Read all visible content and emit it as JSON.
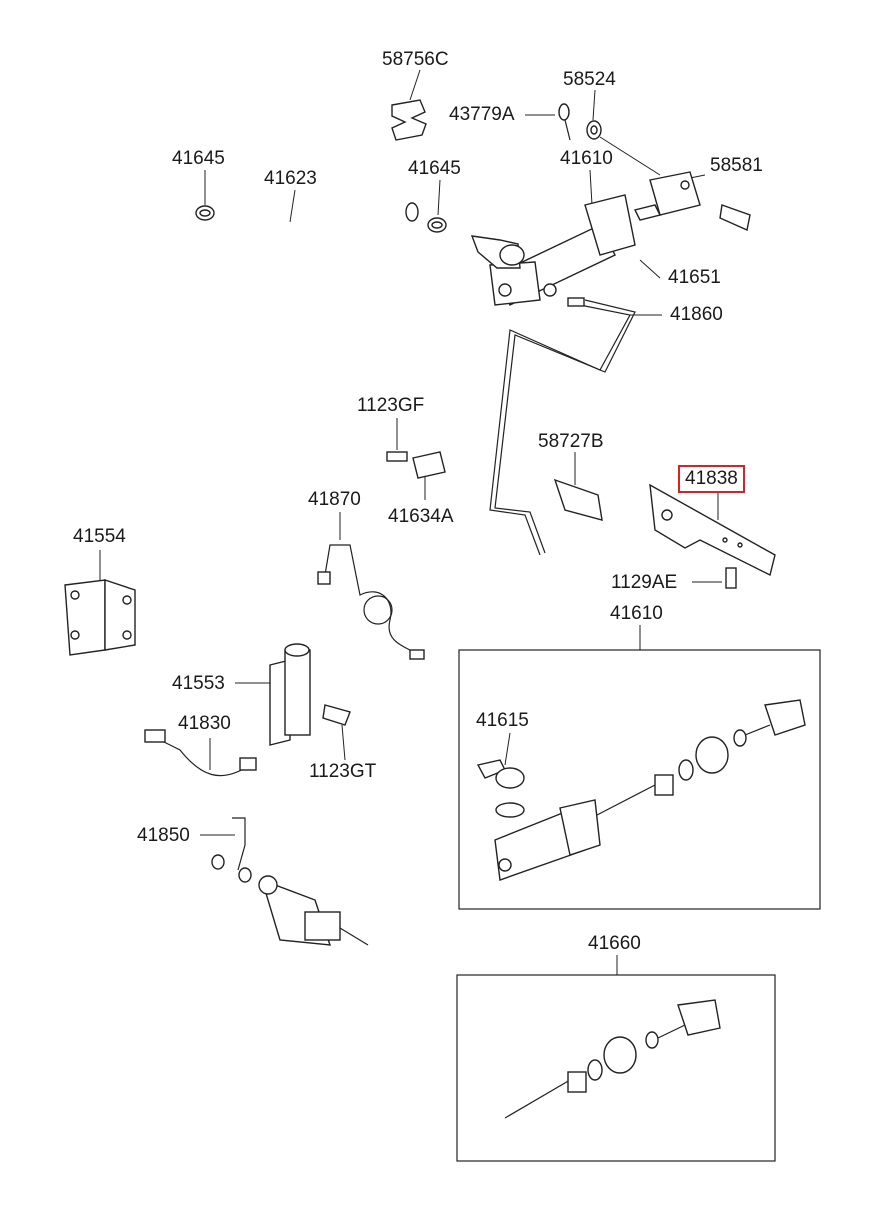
{
  "highlight_color": "#e02020",
  "labels": {
    "p58756c": "58756C",
    "p58524": "58524",
    "p43779a": "43779A",
    "p41645a": "41645",
    "p41623": "41623",
    "p41645b": "41645",
    "p41610a": "41610",
    "p58581": "58581",
    "p41651": "41651",
    "p41860": "41860",
    "p1123gf": "1123GF",
    "p58727b": "58727B",
    "p41838": "41838",
    "p41870": "41870",
    "p41634a": "41634A",
    "p41554": "41554",
    "p1129ae": "1129AE",
    "p41610b": "41610",
    "p41553": "41553",
    "p41830": "41830",
    "p41615": "41615",
    "p1123gt": "1123GT",
    "p41850": "41850",
    "p41660": "41660"
  }
}
